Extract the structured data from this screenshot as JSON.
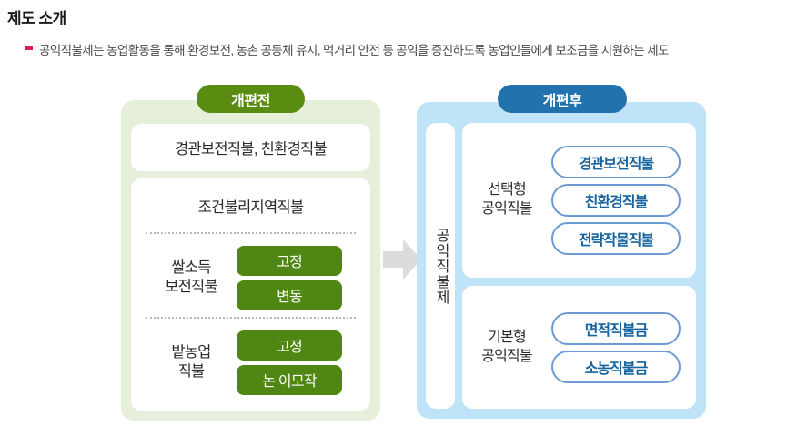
{
  "header": {
    "title": "제도 소개",
    "bullet_icon": "square-bullet-icon",
    "description": "공익직불제는 농업활동을 통해 환경보전, 농촌 공동체 유지, 먹거리 안전 등 공익을 증진하도록 농업인들에게 보조금을 지원하는 제도"
  },
  "colors": {
    "before_panel": "#e6efd9",
    "before_badge": "#5a8c12",
    "before_pill": "#4f8712",
    "after_panel": "#bfe3f7",
    "after_badge": "#2272ad",
    "after_pill_border": "#6d9bd1",
    "after_pill_text": "#17639e",
    "bullet": "#d8204a",
    "arrow": "#dcdcdc"
  },
  "before": {
    "badge_label": "개편전",
    "card_a_label": "경관보전직불, 친환경직불",
    "card_b": {
      "title": "조건불리지역직불",
      "groups": [
        {
          "name": "쌀소득\n보전직불",
          "name_line1": "쌀소득",
          "name_line2": "보전직불",
          "pills": [
            "고정",
            "변동"
          ]
        },
        {
          "name": "밭농업\n직불",
          "name_line1": "밭농업",
          "name_line2": "직불",
          "pills": [
            "고정",
            "논 이모작"
          ]
        }
      ]
    }
  },
  "transition": {
    "arrow_icon": "arrow-right-icon"
  },
  "after": {
    "badge_label": "개편후",
    "vertical_label": "공익직불제",
    "cards": [
      {
        "name_line1": "선택형",
        "name_line2": "공익직불",
        "pills": [
          "경관보전직불",
          "친환경직불",
          "전략작물직불"
        ]
      },
      {
        "name_line1": "기본형",
        "name_line2": "공익직불",
        "pills": [
          "면적직불금",
          "소농직불금"
        ]
      }
    ]
  }
}
